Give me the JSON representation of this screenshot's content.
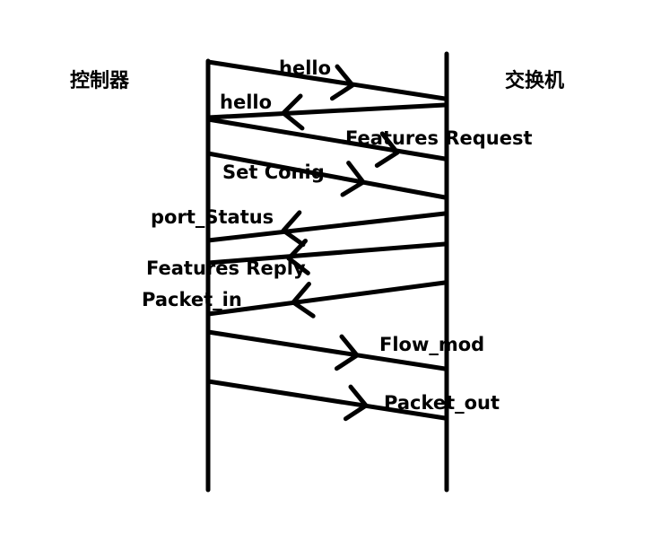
{
  "diagram": {
    "type": "sequence",
    "participants": [
      {
        "id": "controller",
        "label": "控制器",
        "side": "left"
      },
      {
        "id": "switch",
        "label": "交换机",
        "side": "right"
      }
    ],
    "messages": [
      {
        "label": "hello",
        "from": "controller",
        "to": "switch"
      },
      {
        "label": "hello",
        "from": "switch",
        "to": "controller"
      },
      {
        "label": "Features Request",
        "from": "controller",
        "to": "switch"
      },
      {
        "label": "Set Conig",
        "from": "controller",
        "to": "switch"
      },
      {
        "label": "port_Status",
        "from": "switch",
        "to": "controller"
      },
      {
        "label": "Features Reply",
        "from": "switch",
        "to": "controller"
      },
      {
        "label": "Packet_in",
        "from": "switch",
        "to": "controller"
      },
      {
        "label": "Flow_mod",
        "from": "controller",
        "to": "switch"
      },
      {
        "label": "Packet_out",
        "from": "controller",
        "to": "switch"
      }
    ],
    "colors": {
      "ink": "#000000",
      "background": "#ffffff"
    }
  }
}
